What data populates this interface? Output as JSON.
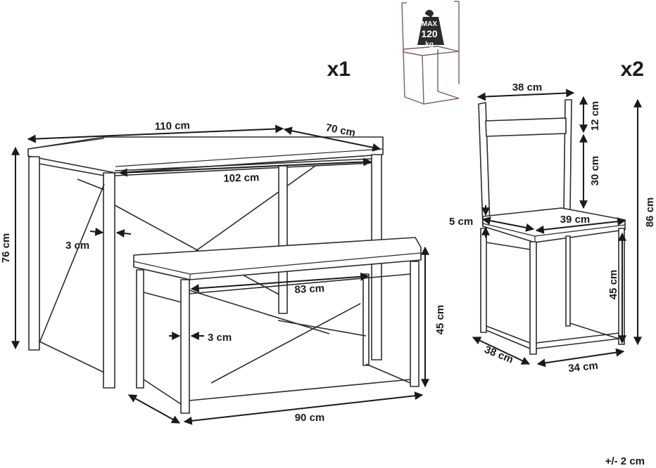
{
  "quantities": {
    "table_set": "x1",
    "chairs": "x2"
  },
  "max_load": {
    "line1": "MAX",
    "line2": "120",
    "line3": "kg"
  },
  "tolerance": "+/- 2 cm",
  "table": {
    "width": "110 cm",
    "depth": "70 cm",
    "inner_width": "102 cm",
    "height": "76 cm",
    "leg": "3 cm"
  },
  "bench": {
    "inner_width": "83 cm",
    "height": "45 cm",
    "width": "90 cm",
    "leg": "3 cm"
  },
  "chair": {
    "back_width": "38 cm",
    "back_panel": "12 cm",
    "back_gap": "30 cm",
    "total_height": "86 cm",
    "seat_thickness": "5 cm",
    "seat_width": "39 cm",
    "seat_height": "45 cm",
    "base_depth": "38 cm",
    "base_width": "34 cm"
  },
  "colors": {
    "line": "#2b2b2b",
    "reference_chair": "#7a5e5e"
  }
}
